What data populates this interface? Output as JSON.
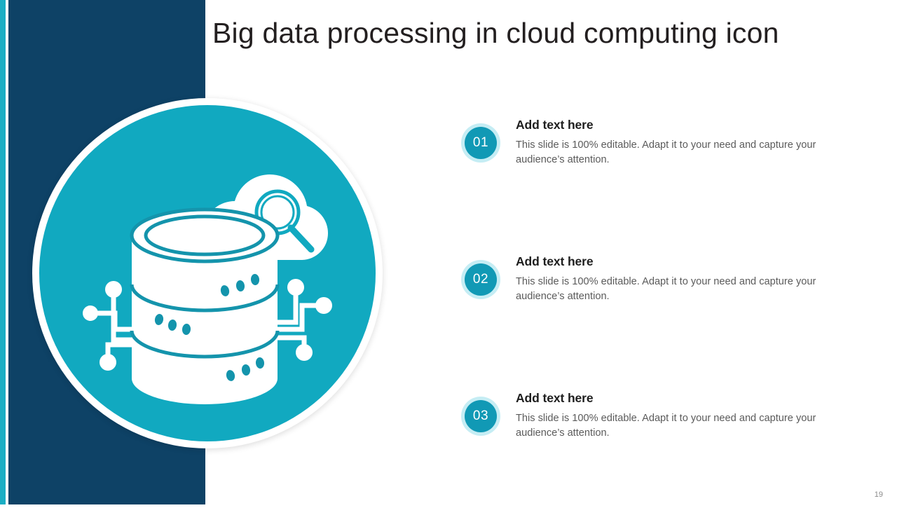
{
  "slide": {
    "title": "Big data processing in cloud computing icon",
    "page_number": "19"
  },
  "colors": {
    "accent_stripe": "#1BAEC4",
    "navy_panel": "#0E4266",
    "teal_circle": "#11A9C0",
    "badge_fill": "#1199B5",
    "badge_halo": "#C5EDF4",
    "title_text": "#231F20",
    "body_text": "#5B5B5B"
  },
  "illustration": {
    "name": "big-data-cloud-database-icon",
    "elements": [
      "database-cylinder",
      "cloud",
      "magnifier",
      "circuit-traces-left",
      "circuit-traces-right"
    ]
  },
  "items": [
    {
      "number": "01",
      "heading": "Add text here",
      "body": "This slide is 100% editable. Adapt it to your need and capture your audience’s attention."
    },
    {
      "number": "02",
      "heading": "Add text here",
      "body": "This slide is 100% editable. Adapt it to your need and capture your audience’s attention."
    },
    {
      "number": "03",
      "heading": "Add text here",
      "body": "This slide is 100% editable. Adapt it to your need and capture your audience’s attention."
    }
  ]
}
